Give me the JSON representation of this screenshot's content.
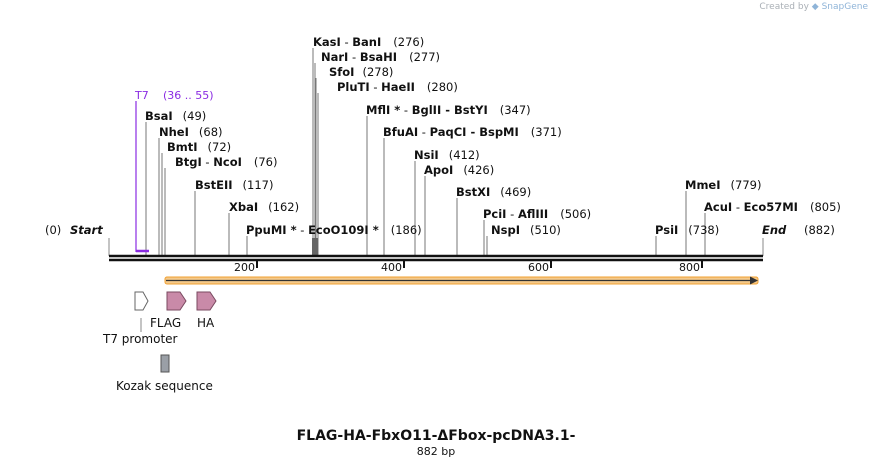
{
  "credit": {
    "prefix": "Created by",
    "brand": "SnapGene"
  },
  "sequence": {
    "name": "FLAG-HA-FbxO11-ΔFbox-pcDNA3.1-",
    "length_label": "882 bp",
    "length": 882
  },
  "ends": {
    "start_pos": "(0)",
    "start_label": "Start",
    "end_label": "End",
    "end_pos": "(882)"
  },
  "ticks": [
    "200",
    "400",
    "600",
    "800"
  ],
  "primer": {
    "name": "T7",
    "range": "(36 .. 55)",
    "color": "#8a2be2"
  },
  "sites": [
    {
      "name": "KasI",
      "alias": "BanI",
      "pos": "(276)"
    },
    {
      "name": "NarI",
      "alias": "BsaHI",
      "pos": "(277)"
    },
    {
      "name": "SfoI",
      "alias": "",
      "pos": "(278)"
    },
    {
      "name": "PluTI",
      "alias": "HaeII",
      "pos": "(280)"
    },
    {
      "name": "MflI *",
      "alias": "BglII - BstYI",
      "pos": "(347)"
    },
    {
      "name": "BfuAI",
      "alias": "PaqCI - BspMI",
      "pos": "(371)"
    },
    {
      "name": "NsiI",
      "alias": "",
      "pos": "(412)"
    },
    {
      "name": "ApoI",
      "alias": "",
      "pos": "(426)"
    },
    {
      "name": "BstXI",
      "alias": "",
      "pos": "(469)"
    },
    {
      "name": "PciI",
      "alias": "AflIII",
      "pos": "(506)"
    },
    {
      "name": "NspI",
      "alias": "",
      "pos": "(510)"
    },
    {
      "name": "BsaI",
      "alias": "",
      "pos": "(49)"
    },
    {
      "name": "NheI",
      "alias": "",
      "pos": "(68)"
    },
    {
      "name": "BmtI",
      "alias": "",
      "pos": "(72)"
    },
    {
      "name": "BtgI",
      "alias": "NcoI",
      "pos": "(76)"
    },
    {
      "name": "BstEII",
      "alias": "",
      "pos": "(117)"
    },
    {
      "name": "XbaI",
      "alias": "",
      "pos": "(162)"
    },
    {
      "name": "PpuMI *",
      "alias": "EcoO109I *",
      "pos": "(186)"
    },
    {
      "name": "MmeI",
      "alias": "",
      "pos": "(779)"
    },
    {
      "name": "AcuI",
      "alias": "Eco57MI",
      "pos": "(805)"
    },
    {
      "name": "PsiI",
      "alias": "",
      "pos": "(738)"
    }
  ],
  "features": [
    {
      "name": "FLAG",
      "color": "#c98aa8"
    },
    {
      "name": "HA",
      "color": "#c98aa8"
    },
    {
      "name": "T7 promoter",
      "color": "#ffffff"
    },
    {
      "name": "Kozak sequence",
      "color": "#9a9fa6"
    }
  ],
  "orf": {
    "color": "#f0a030"
  }
}
